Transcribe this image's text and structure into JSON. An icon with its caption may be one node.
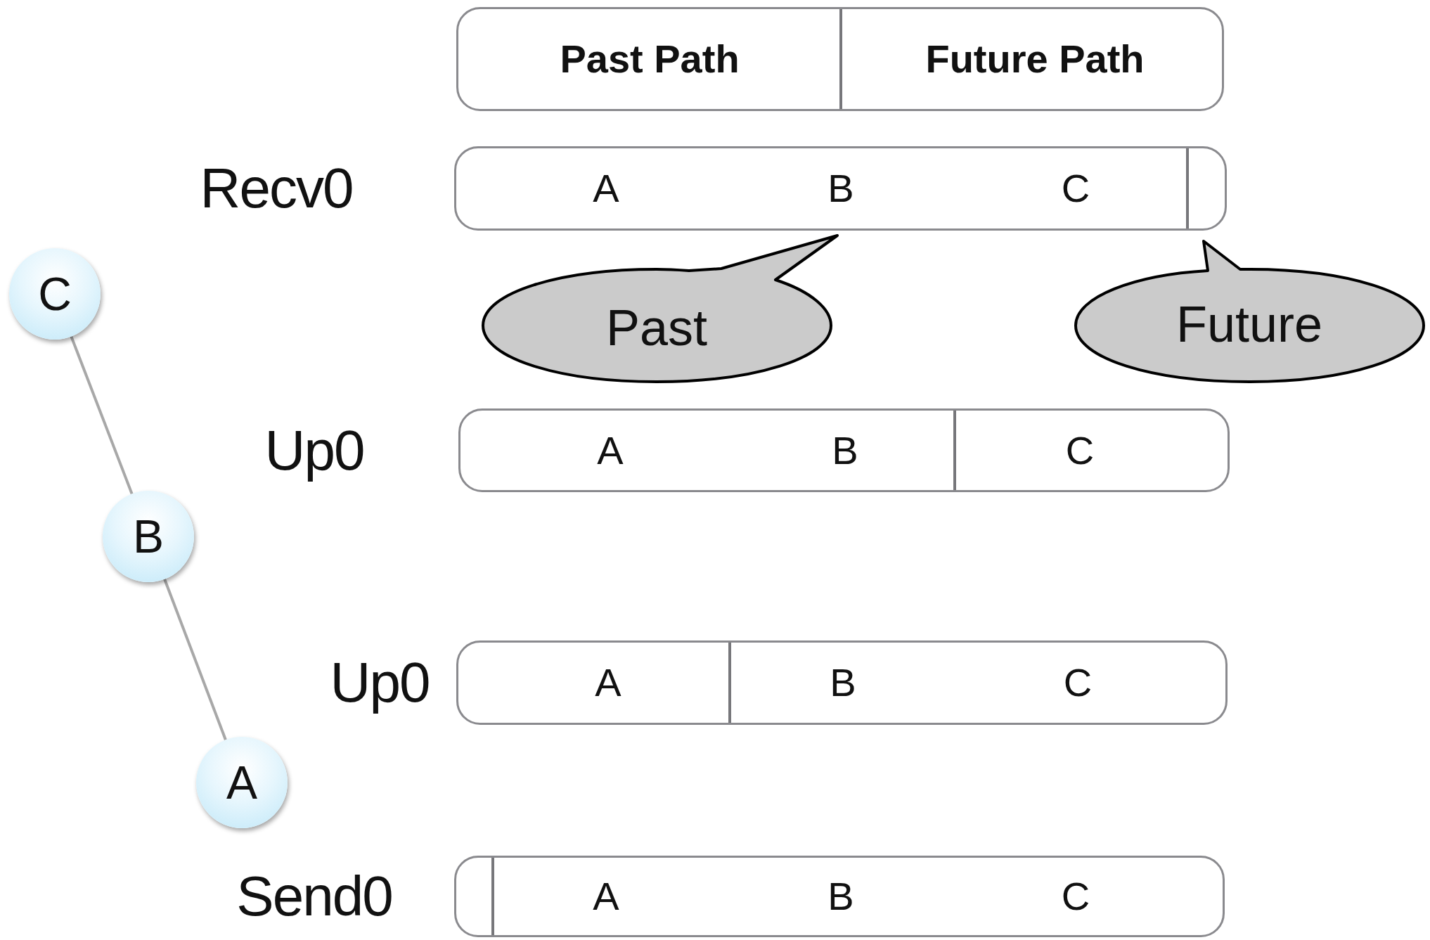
{
  "diagram": {
    "nodes": [
      {
        "text": [
          "Past Path",
          "Future Path"
        ]
      },
      {
        "text": [
          "A",
          "B",
          "C"
        ],
        "beside": [
          "Recv0"
        ]
      },
      {
        "text": [
          "Past"
        ]
      },
      {
        "text": [
          "Future"
        ]
      },
      {
        "text": [
          "A",
          "B",
          "C"
        ],
        "beside": [
          "Up0"
        ]
      },
      {
        "text": [
          "A",
          "B",
          "C"
        ],
        "beside": [
          "Up0"
        ]
      },
      {
        "text": [
          "A",
          "B",
          "C"
        ],
        "beside": [
          "Send0"
        ]
      },
      {
        "text": [
          "C"
        ]
      },
      {
        "text": [
          "B"
        ]
      },
      {
        "text": [
          "A"
        ]
      }
    ],
    "edges": [
      {
        "from": 7,
        "to": 8,
        "arrow": "none"
      },
      {
        "from": 8,
        "to": 9,
        "arrow": "none"
      }
    ]
  }
}
